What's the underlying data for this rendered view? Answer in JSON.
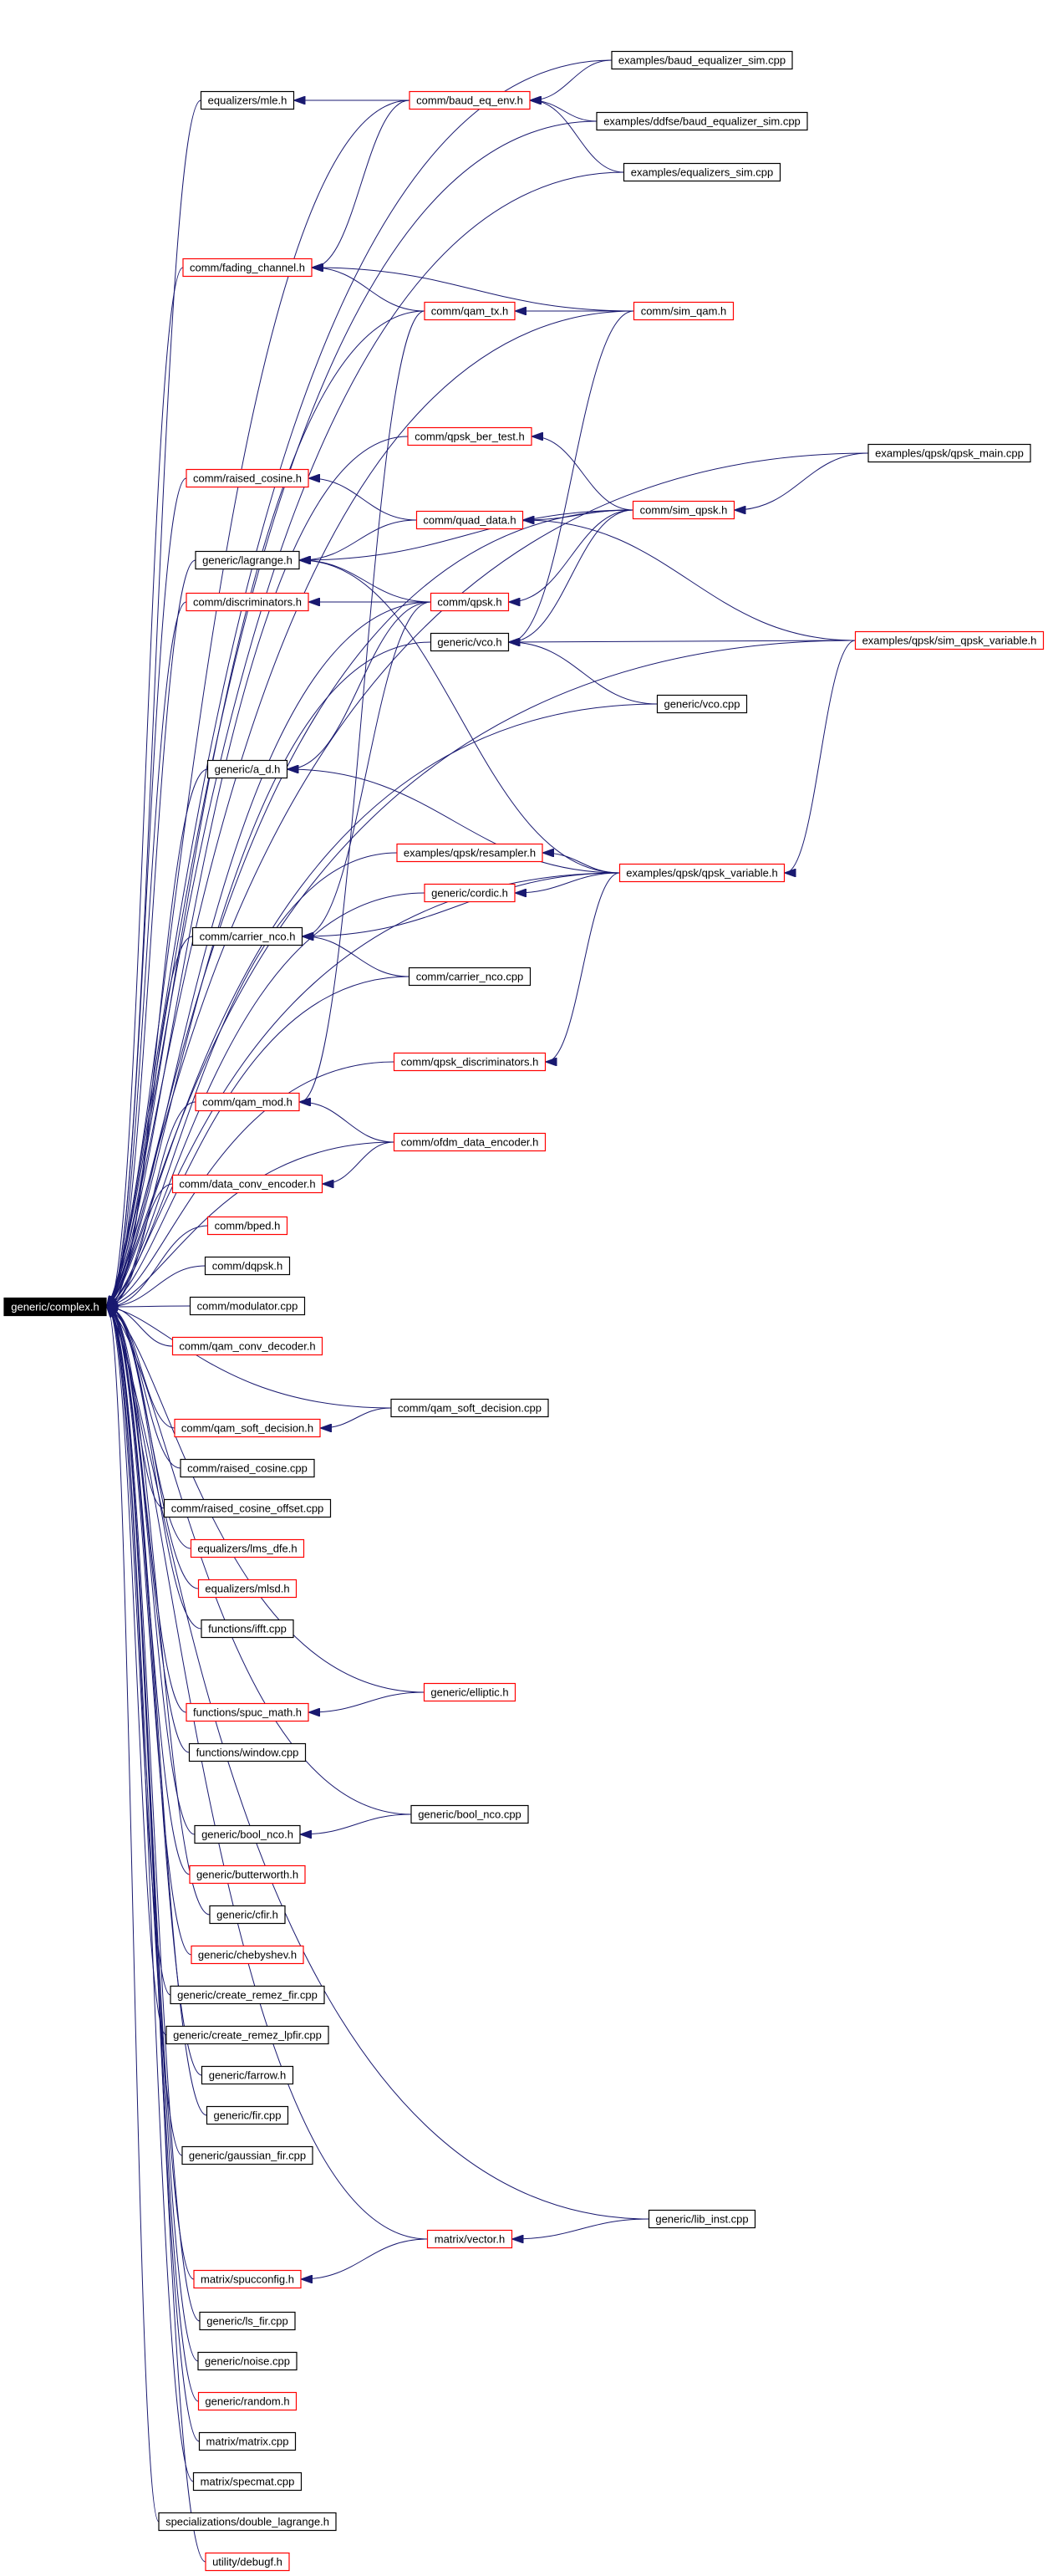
{
  "title": "",
  "colors": {
    "edge": "#191970",
    "root_fill": "#000000",
    "root_text": "#ffffff",
    "node_border_normal": "#000000",
    "node_border_link": "#ff0000",
    "node_fill": "#ffffff"
  },
  "nodes": [
    {
      "id": "generic/complex.h",
      "label": "generic/complex.h",
      "root": true
    },
    {
      "id": "examples/baud_equalizer_sim.cpp",
      "label": "examples/baud_equalizer_sim.cpp",
      "border": "black"
    },
    {
      "id": "equalizers/mle.h",
      "label": "equalizers/mle.h",
      "border": "black"
    },
    {
      "id": "comm/baud_eq_env.h",
      "label": "comm/baud_eq_env.h",
      "border": "red"
    },
    {
      "id": "examples/ddfse/baud_equalizer_sim.cpp",
      "label": "examples/ddfse/baud_equalizer_sim.cpp",
      "border": "black"
    },
    {
      "id": "examples/equalizers_sim.cpp",
      "label": "examples/equalizers_sim.cpp",
      "border": "black"
    },
    {
      "id": "comm/fading_channel.h",
      "label": "comm/fading_channel.h",
      "border": "red"
    },
    {
      "id": "comm/qam_tx.h",
      "label": "comm/qam_tx.h",
      "border": "red"
    },
    {
      "id": "comm/sim_qam.h",
      "label": "comm/sim_qam.h",
      "border": "red"
    },
    {
      "id": "comm/qpsk_ber_test.h",
      "label": "comm/qpsk_ber_test.h",
      "border": "red"
    },
    {
      "id": "examples/qpsk/qpsk_main.cpp",
      "label": "examples/qpsk/qpsk_main.cpp",
      "border": "black"
    },
    {
      "id": "comm/raised_cosine.h",
      "label": "comm/raised_cosine.h",
      "border": "red"
    },
    {
      "id": "comm/sim_qpsk.h",
      "label": "comm/sim_qpsk.h",
      "border": "red"
    },
    {
      "id": "generic/lagrange.h",
      "label": "generic/lagrange.h",
      "border": "black"
    },
    {
      "id": "comm/quad_data.h",
      "label": "comm/quad_data.h",
      "border": "red"
    },
    {
      "id": "comm/discriminators.h",
      "label": "comm/discriminators.h",
      "border": "red"
    },
    {
      "id": "comm/qpsk.h",
      "label": "comm/qpsk.h",
      "border": "red"
    },
    {
      "id": "generic/vco.h",
      "label": "generic/vco.h",
      "border": "black"
    },
    {
      "id": "examples/qpsk/sim_qpsk_variable.h",
      "label": "examples/qpsk/sim_qpsk_variable.h",
      "border": "red"
    },
    {
      "id": "generic/vco.cpp",
      "label": "generic/vco.cpp",
      "border": "black"
    },
    {
      "id": "generic/a_d.h",
      "label": "generic/a_d.h",
      "border": "black"
    },
    {
      "id": "examples/qpsk/resampler.h",
      "label": "examples/qpsk/resampler.h",
      "border": "red"
    },
    {
      "id": "examples/qpsk/qpsk_variable.h",
      "label": "examples/qpsk/qpsk_variable.h",
      "border": "red"
    },
    {
      "id": "generic/cordic.h",
      "label": "generic/cordic.h",
      "border": "red"
    },
    {
      "id": "comm/carrier_nco.h",
      "label": "comm/carrier_nco.h",
      "border": "black"
    },
    {
      "id": "comm/carrier_nco.cpp",
      "label": "comm/carrier_nco.cpp",
      "border": "black"
    },
    {
      "id": "comm/qpsk_discriminators.h",
      "label": "comm/qpsk_discriminators.h",
      "border": "red"
    },
    {
      "id": "comm/qam_mod.h",
      "label": "comm/qam_mod.h",
      "border": "red"
    },
    {
      "id": "comm/ofdm_data_encoder.h",
      "label": "comm/ofdm_data_encoder.h",
      "border": "red"
    },
    {
      "id": "comm/data_conv_encoder.h",
      "label": "comm/data_conv_encoder.h",
      "border": "red"
    },
    {
      "id": "comm/bped.h",
      "label": "comm/bped.h",
      "border": "red"
    },
    {
      "id": "comm/dqpsk.h",
      "label": "comm/dqpsk.h",
      "border": "black"
    },
    {
      "id": "comm/modulator.cpp",
      "label": "comm/modulator.cpp",
      "border": "black"
    },
    {
      "id": "comm/qam_conv_decoder.h",
      "label": "comm/qam_conv_decoder.h",
      "border": "red"
    },
    {
      "id": "comm/qam_soft_decision.cpp",
      "label": "comm/qam_soft_decision.cpp",
      "border": "black"
    },
    {
      "id": "comm/qam_soft_decision.h",
      "label": "comm/qam_soft_decision.h",
      "border": "red"
    },
    {
      "id": "comm/raised_cosine.cpp",
      "label": "comm/raised_cosine.cpp",
      "border": "black"
    },
    {
      "id": "comm/raised_cosine_offset.cpp",
      "label": "comm/raised_cosine_offset.cpp",
      "border": "black"
    },
    {
      "id": "equalizers/lms_dfe.h",
      "label": "equalizers/lms_dfe.h",
      "border": "red"
    },
    {
      "id": "equalizers/mlsd.h",
      "label": "equalizers/mlsd.h",
      "border": "red"
    },
    {
      "id": "functions/ifft.cpp",
      "label": "functions/ifft.cpp",
      "border": "black"
    },
    {
      "id": "generic/elliptic.h",
      "label": "generic/elliptic.h",
      "border": "red"
    },
    {
      "id": "functions/spuc_math.h",
      "label": "functions/spuc_math.h",
      "border": "red"
    },
    {
      "id": "functions/window.cpp",
      "label": "functions/window.cpp",
      "border": "black"
    },
    {
      "id": "generic/bool_nco.cpp",
      "label": "generic/bool_nco.cpp",
      "border": "black"
    },
    {
      "id": "generic/bool_nco.h",
      "label": "generic/bool_nco.h",
      "border": "black"
    },
    {
      "id": "generic/butterworth.h",
      "label": "generic/butterworth.h",
      "border": "red"
    },
    {
      "id": "generic/cfir.h",
      "label": "generic/cfir.h",
      "border": "black"
    },
    {
      "id": "generic/chebyshev.h",
      "label": "generic/chebyshev.h",
      "border": "red"
    },
    {
      "id": "generic/create_remez_fir.cpp",
      "label": "generic/create_remez_fir.cpp",
      "border": "black"
    },
    {
      "id": "generic/create_remez_lpfir.cpp",
      "label": "generic/create_remez_lpfir.cpp",
      "border": "black"
    },
    {
      "id": "generic/farrow.h",
      "label": "generic/farrow.h",
      "border": "black"
    },
    {
      "id": "generic/fir.cpp",
      "label": "generic/fir.cpp",
      "border": "black"
    },
    {
      "id": "generic/gaussian_fir.cpp",
      "label": "generic/gaussian_fir.cpp",
      "border": "black"
    },
    {
      "id": "generic/lib_inst.cpp",
      "label": "generic/lib_inst.cpp",
      "border": "black"
    },
    {
      "id": "matrix/vector.h",
      "label": "matrix/vector.h",
      "border": "red"
    },
    {
      "id": "matrix/spucconfig.h",
      "label": "matrix/spucconfig.h",
      "border": "red"
    },
    {
      "id": "generic/ls_fir.cpp",
      "label": "generic/ls_fir.cpp",
      "border": "black"
    },
    {
      "id": "generic/noise.cpp",
      "label": "generic/noise.cpp",
      "border": "black"
    },
    {
      "id": "generic/random.h",
      "label": "generic/random.h",
      "border": "red"
    },
    {
      "id": "matrix/matrix.cpp",
      "label": "matrix/matrix.cpp",
      "border": "black"
    },
    {
      "id": "matrix/specmat.cpp",
      "label": "matrix/specmat.cpp",
      "border": "black"
    },
    {
      "id": "specializations/double_lagrange.h",
      "label": "specializations/double_lagrange.h",
      "border": "black"
    },
    {
      "id": "utility/debugf.h",
      "label": "utility/debugf.h",
      "border": "red"
    }
  ],
  "edges": [
    [
      "examples/baud_equalizer_sim.cpp",
      "generic/complex.h"
    ],
    [
      "equalizers/mle.h",
      "generic/complex.h"
    ],
    [
      "comm/baud_eq_env.h",
      "generic/complex.h"
    ],
    [
      "comm/baud_eq_env.h",
      "equalizers/mle.h"
    ],
    [
      "examples/baud_equalizer_sim.cpp",
      "comm/baud_eq_env.h"
    ],
    [
      "examples/ddfse/baud_equalizer_sim.cpp",
      "comm/baud_eq_env.h"
    ],
    [
      "examples/equalizers_sim.cpp",
      "comm/baud_eq_env.h"
    ],
    [
      "examples/ddfse/baud_equalizer_sim.cpp",
      "generic/complex.h"
    ],
    [
      "examples/equalizers_sim.cpp",
      "generic/complex.h"
    ],
    [
      "comm/fading_channel.h",
      "generic/complex.h"
    ],
    [
      "comm/baud_eq_env.h",
      "comm/fading_channel.h"
    ],
    [
      "comm/qam_tx.h",
      "comm/fading_channel.h"
    ],
    [
      "comm/sim_qam.h",
      "comm/fading_channel.h"
    ],
    [
      "comm/qam_tx.h",
      "generic/complex.h"
    ],
    [
      "comm/sim_qam.h",
      "comm/qam_tx.h"
    ],
    [
      "comm/sim_qam.h",
      "generic/complex.h"
    ],
    [
      "comm/qpsk_ber_test.h",
      "generic/complex.h"
    ],
    [
      "comm/sim_qpsk.h",
      "comm/qpsk_ber_test.h"
    ],
    [
      "examples/qpsk/qpsk_main.cpp",
      "generic/complex.h"
    ],
    [
      "comm/raised_cosine.h",
      "generic/complex.h"
    ],
    [
      "comm/quad_data.h",
      "comm/raised_cosine.h"
    ],
    [
      "comm/sim_qpsk.h",
      "comm/quad_data.h"
    ],
    [
      "examples/qpsk/qpsk_main.cpp",
      "comm/sim_qpsk.h"
    ],
    [
      "examples/qpsk/sim_qpsk_variable.h",
      "comm/quad_data.h"
    ],
    [
      "comm/sim_qpsk.h",
      "generic/complex.h"
    ],
    [
      "generic/lagrange.h",
      "generic/complex.h"
    ],
    [
      "comm/quad_data.h",
      "generic/lagrange.h"
    ],
    [
      "comm/qpsk.h",
      "generic/lagrange.h"
    ],
    [
      "comm/sim_qpsk.h",
      "generic/lagrange.h"
    ],
    [
      "examples/qpsk/qpsk_variable.h",
      "generic/lagrange.h"
    ],
    [
      "comm/discriminators.h",
      "generic/complex.h"
    ],
    [
      "comm/qpsk.h",
      "comm/discriminators.h"
    ],
    [
      "comm/qpsk.h",
      "generic/complex.h"
    ],
    [
      "comm/sim_qpsk.h",
      "comm/qpsk.h"
    ],
    [
      "generic/vco.h",
      "generic/complex.h"
    ],
    [
      "comm/sim_qpsk.h",
      "generic/vco.h"
    ],
    [
      "comm/sim_qam.h",
      "generic/vco.h"
    ],
    [
      "examples/qpsk/sim_qpsk_variable.h",
      "generic/vco.h"
    ],
    [
      "generic/vco.cpp",
      "generic/vco.h"
    ],
    [
      "generic/vco.cpp",
      "generic/complex.h"
    ],
    [
      "generic/a_d.h",
      "generic/complex.h"
    ],
    [
      "comm/qpsk.h",
      "generic/a_d.h"
    ],
    [
      "examples/qpsk/qpsk_variable.h",
      "generic/a_d.h"
    ],
    [
      "examples/qpsk/sim_qpsk_variable.h",
      "generic/complex.h"
    ],
    [
      "examples/qpsk/resampler.h",
      "generic/complex.h"
    ],
    [
      "examples/qpsk/qpsk_variable.h",
      "examples/qpsk/resampler.h"
    ],
    [
      "examples/qpsk/sim_qpsk_variable.h",
      "examples/qpsk/qpsk_variable.h"
    ],
    [
      "examples/qpsk/qpsk_variable.h",
      "generic/complex.h"
    ],
    [
      "generic/cordic.h",
      "generic/complex.h"
    ],
    [
      "examples/qpsk/qpsk_variable.h",
      "generic/cordic.h"
    ],
    [
      "comm/carrier_nco.h",
      "generic/complex.h"
    ],
    [
      "comm/qpsk.h",
      "comm/carrier_nco.h"
    ],
    [
      "examples/qpsk/qpsk_variable.h",
      "comm/carrier_nco.h"
    ],
    [
      "comm/carrier_nco.cpp",
      "comm/carrier_nco.h"
    ],
    [
      "comm/carrier_nco.cpp",
      "generic/complex.h"
    ],
    [
      "comm/qpsk_discriminators.h",
      "generic/complex.h"
    ],
    [
      "examples/qpsk/qpsk_variable.h",
      "comm/qpsk_discriminators.h"
    ],
    [
      "comm/qam_mod.h",
      "generic/complex.h"
    ],
    [
      "comm/qam_tx.h",
      "comm/qam_mod.h"
    ],
    [
      "comm/ofdm_data_encoder.h",
      "comm/qam_mod.h"
    ],
    [
      "comm/ofdm_data_encoder.h",
      "generic/complex.h"
    ],
    [
      "comm/data_conv_encoder.h",
      "generic/complex.h"
    ],
    [
      "comm/ofdm_data_encoder.h",
      "comm/data_conv_encoder.h"
    ],
    [
      "comm/bped.h",
      "generic/complex.h"
    ],
    [
      "comm/dqpsk.h",
      "generic/complex.h"
    ],
    [
      "comm/modulator.cpp",
      "generic/complex.h"
    ],
    [
      "comm/qam_conv_decoder.h",
      "generic/complex.h"
    ],
    [
      "comm/qam_soft_decision.cpp",
      "generic/complex.h"
    ],
    [
      "comm/qam_soft_decision.h",
      "generic/complex.h"
    ],
    [
      "comm/qam_soft_decision.cpp",
      "comm/qam_soft_decision.h"
    ],
    [
      "comm/raised_cosine.cpp",
      "generic/complex.h"
    ],
    [
      "comm/raised_cosine_offset.cpp",
      "generic/complex.h"
    ],
    [
      "equalizers/lms_dfe.h",
      "generic/complex.h"
    ],
    [
      "equalizers/mlsd.h",
      "generic/complex.h"
    ],
    [
      "functions/ifft.cpp",
      "generic/complex.h"
    ],
    [
      "generic/elliptic.h",
      "generic/complex.h"
    ],
    [
      "functions/spuc_math.h",
      "generic/complex.h"
    ],
    [
      "generic/elliptic.h",
      "functions/spuc_math.h"
    ],
    [
      "functions/window.cpp",
      "generic/complex.h"
    ],
    [
      "generic/bool_nco.cpp",
      "generic/complex.h"
    ],
    [
      "generic/bool_nco.h",
      "generic/complex.h"
    ],
    [
      "generic/bool_nco.cpp",
      "generic/bool_nco.h"
    ],
    [
      "generic/butterworth.h",
      "generic/complex.h"
    ],
    [
      "generic/cfir.h",
      "generic/complex.h"
    ],
    [
      "generic/chebyshev.h",
      "generic/complex.h"
    ],
    [
      "generic/create_remez_fir.cpp",
      "generic/complex.h"
    ],
    [
      "generic/create_remez_lpfir.cpp",
      "generic/complex.h"
    ],
    [
      "generic/farrow.h",
      "generic/complex.h"
    ],
    [
      "generic/fir.cpp",
      "generic/complex.h"
    ],
    [
      "generic/gaussian_fir.cpp",
      "generic/complex.h"
    ],
    [
      "generic/lib_inst.cpp",
      "generic/complex.h"
    ],
    [
      "matrix/vector.h",
      "generic/complex.h"
    ],
    [
      "generic/lib_inst.cpp",
      "matrix/vector.h"
    ],
    [
      "matrix/spucconfig.h",
      "generic/complex.h"
    ],
    [
      "matrix/vector.h",
      "matrix/spucconfig.h"
    ],
    [
      "generic/ls_fir.cpp",
      "generic/complex.h"
    ],
    [
      "generic/noise.cpp",
      "generic/complex.h"
    ],
    [
      "generic/random.h",
      "generic/complex.h"
    ],
    [
      "matrix/matrix.cpp",
      "generic/complex.h"
    ],
    [
      "matrix/specmat.cpp",
      "generic/complex.h"
    ],
    [
      "specializations/double_lagrange.h",
      "generic/complex.h"
    ],
    [
      "utility/debugf.h",
      "generic/complex.h"
    ]
  ]
}
